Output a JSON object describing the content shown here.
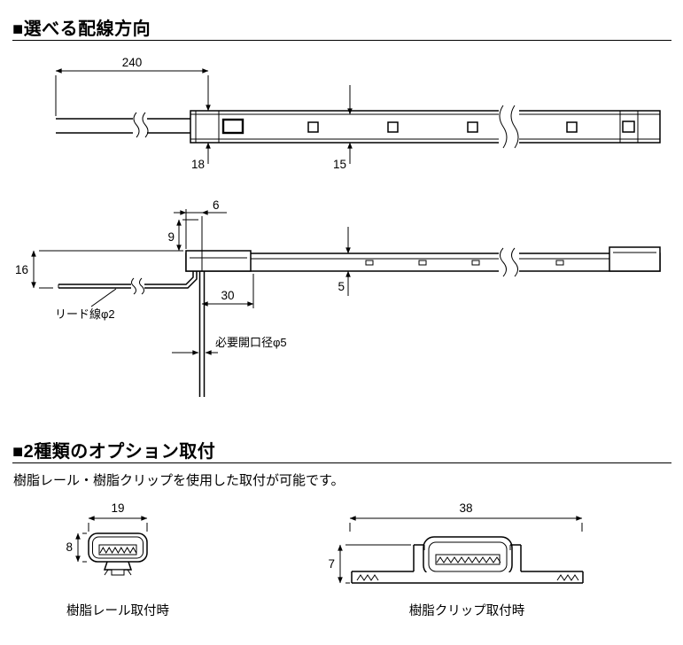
{
  "section_wiring": {
    "title": "■選べる配線方向",
    "top_view": {
      "dim_length": "240",
      "dim_height_outer": "18",
      "dim_height_inner": "15"
    },
    "side_view": {
      "dim_end_offset": "6",
      "dim_cap_height": "9",
      "dim_total_height": "16",
      "dim_thickness": "5",
      "dim_clearance": "30",
      "lead_wire_label": "リード線φ2",
      "opening_label": "必要開口径φ5"
    }
  },
  "section_options": {
    "title": "■2種類のオプション取付",
    "description": "樹脂レール・樹脂クリップを使用した取付が可能です。",
    "rail_mount": {
      "dim_width": "19",
      "dim_height": "8",
      "caption": "樹脂レール取付時"
    },
    "clip_mount": {
      "dim_width": "38",
      "dim_height": "7",
      "caption": "樹脂クリップ取付時"
    }
  }
}
